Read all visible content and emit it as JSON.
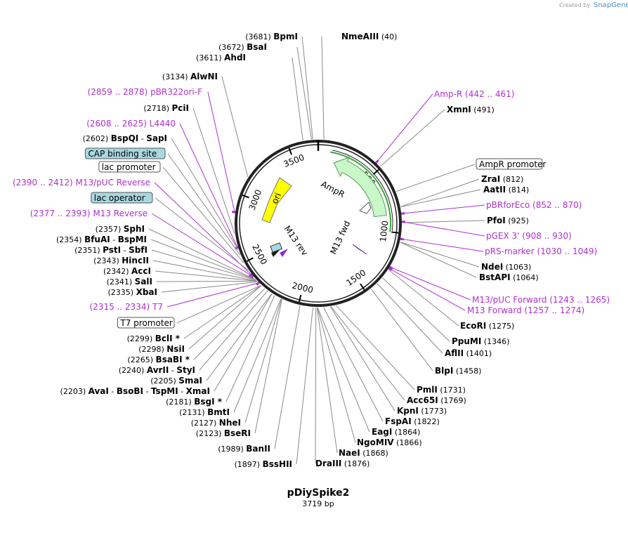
{
  "header": {
    "created_by": "Created by",
    "brand": "SnapGene"
  },
  "plasmid": {
    "name": "pDiySpike2",
    "size": "3719 bp",
    "length": 3719
  },
  "ticks": [
    "500",
    "1000",
    "1500",
    "2000",
    "2500",
    "3000",
    "3500"
  ],
  "features_on_map": {
    "ampr": "AmpR",
    "ori": "ori",
    "m13fwd": "M13 fwd",
    "m13rev": "M13 rev"
  },
  "colors": {
    "feature_label": "#b02fd0",
    "ampr_fill": "#c8f7c8",
    "ori_fill": "#ffff00",
    "box_blue": "#a8d8e0",
    "backbone": "#222222"
  },
  "labels": [
    {
      "id": "bpmi",
      "pos": "(3681)",
      "name": "BpmI"
    },
    {
      "id": "bsai",
      "pos": "(3672)",
      "name": "BsaI"
    },
    {
      "id": "ahdi",
      "pos": "(3611)",
      "name": "AhdI"
    },
    {
      "id": "alwni",
      "pos": "(3134)",
      "name": "AlwNI"
    },
    {
      "id": "pbr322ori",
      "pos": "(2859 .. 2878)",
      "name": "pBR322ori-F",
      "feature": true
    },
    {
      "id": "pcii",
      "pos": "(2718)",
      "name": "PciI"
    },
    {
      "id": "l4440",
      "pos": "(2608 .. 2625)",
      "name": "L4440",
      "feature": true
    },
    {
      "id": "bspqi",
      "pos": "(2602)",
      "name": "BspQI",
      "extra": "SapI"
    },
    {
      "id": "cap",
      "box": "CAP binding site",
      "boxstyle": "blue"
    },
    {
      "id": "lacprom",
      "box": "lac promoter",
      "boxstyle": "white"
    },
    {
      "id": "m13pucrev",
      "pos": "(2390 .. 2412)",
      "name": "M13/pUC Reverse",
      "feature": true
    },
    {
      "id": "lacop",
      "box": "lac operator",
      "boxstyle": "blue"
    },
    {
      "id": "m13rev",
      "pos": "(2377 .. 2393)",
      "name": "M13 Reverse",
      "feature": true
    },
    {
      "id": "sphi",
      "pos": "(2357)",
      "name": "SphI"
    },
    {
      "id": "bfuai",
      "pos": "(2354)",
      "name": "BfuAI",
      "extra": "BspMI"
    },
    {
      "id": "psti",
      "pos": "(2351)",
      "name": "PstI",
      "extra": "SbfI"
    },
    {
      "id": "hincii",
      "pos": "(2343)",
      "name": "HincII"
    },
    {
      "id": "acci",
      "pos": "(2342)",
      "name": "AccI"
    },
    {
      "id": "sali",
      "pos": "(2341)",
      "name": "SalI"
    },
    {
      "id": "xbai",
      "pos": "(2335)",
      "name": "XbaI"
    },
    {
      "id": "t7",
      "pos": "(2315 .. 2334)",
      "name": "T7",
      "feature": true
    },
    {
      "id": "t7prom",
      "box": "T7 promoter",
      "boxstyle": "white"
    },
    {
      "id": "bcli",
      "pos": "(2299)",
      "name": "BclI *"
    },
    {
      "id": "nsii",
      "pos": "(2298)",
      "name": "NsiI"
    },
    {
      "id": "bsabi",
      "pos": "(2265)",
      "name": "BsaBI *"
    },
    {
      "id": "avrii",
      "pos": "(2240)",
      "name": "AvrII",
      "extra": "StyI"
    },
    {
      "id": "smai",
      "pos": "(2205)",
      "name": "SmaI"
    },
    {
      "id": "avai",
      "pos": "(2203)",
      "name": "AvaI",
      "extra": "BsoBI",
      "extra2": "TspMI",
      "extra3": "XmaI"
    },
    {
      "id": "bsgi",
      "pos": "(2181)",
      "name": "BsgI *"
    },
    {
      "id": "bmti",
      "pos": "(2131)",
      "name": "BmtI"
    },
    {
      "id": "nhei",
      "pos": "(2127)",
      "name": "NheI"
    },
    {
      "id": "bseri",
      "pos": "(2123)",
      "name": "BseRI"
    },
    {
      "id": "banii",
      "pos": "(1989)",
      "name": "BanII"
    },
    {
      "id": "bsshii",
      "pos": "(1897)",
      "name": "BssHII"
    },
    {
      "id": "nmeaiii",
      "pos": "(40)",
      "name": "NmeAIII"
    },
    {
      "id": "ampr_site",
      "pos": "(442 .. 461)",
      "name": "Amp-R",
      "feature": true
    },
    {
      "id": "xmni",
      "pos": "(491)",
      "name": "XmnI"
    },
    {
      "id": "amprprom",
      "box": "AmpR promoter",
      "boxstyle": "white"
    },
    {
      "id": "zrai",
      "pos": "(812)",
      "name": "ZraI"
    },
    {
      "id": "aatii",
      "pos": "(814)",
      "name": "AatII"
    },
    {
      "id": "pbrforeco",
      "pos": "(852 .. 870)",
      "name": "pBRforEco",
      "feature": true
    },
    {
      "id": "pfoi",
      "pos": "(925)",
      "name": "PfoI"
    },
    {
      "id": "pgex3",
      "pos": "(908 .. 930)",
      "name": "pGEX 3'",
      "feature": true
    },
    {
      "id": "prsmarker",
      "pos": "(1030 .. 1049)",
      "name": "pRS-marker",
      "feature": true
    },
    {
      "id": "ndei",
      "pos": "(1063)",
      "name": "NdeI"
    },
    {
      "id": "bstapi",
      "pos": "(1064)",
      "name": "BstAPI"
    },
    {
      "id": "m13pucfwd",
      "pos": "(1243 .. 1265)",
      "name": "M13/pUC Forward",
      "feature": true
    },
    {
      "id": "m13fwdsite",
      "pos": "(1257 .. 1274)",
      "name": "M13 Forward",
      "feature": true
    },
    {
      "id": "ecori",
      "pos": "(1275)",
      "name": "EcoRI"
    },
    {
      "id": "ppumi",
      "pos": "(1346)",
      "name": "PpuMI"
    },
    {
      "id": "aflii",
      "pos": "(1401)",
      "name": "AflII"
    },
    {
      "id": "blpi",
      "pos": "(1458)",
      "name": "BlpI"
    },
    {
      "id": "pmli",
      "pos": "(1731)",
      "name": "PmlI"
    },
    {
      "id": "acc65i",
      "pos": "(1769)",
      "name": "Acc65I"
    },
    {
      "id": "kpni",
      "pos": "(1773)",
      "name": "KpnI"
    },
    {
      "id": "fspai",
      "pos": "(1822)",
      "name": "FspAI"
    },
    {
      "id": "eagi",
      "pos": "(1864)",
      "name": "EagI"
    },
    {
      "id": "ngomiv",
      "pos": "(1866)",
      "name": "NgoMIV"
    },
    {
      "id": "naei",
      "pos": "(1868)",
      "name": "NaeI"
    },
    {
      "id": "draiii",
      "pos": "(1876)",
      "name": "DraIII"
    }
  ]
}
